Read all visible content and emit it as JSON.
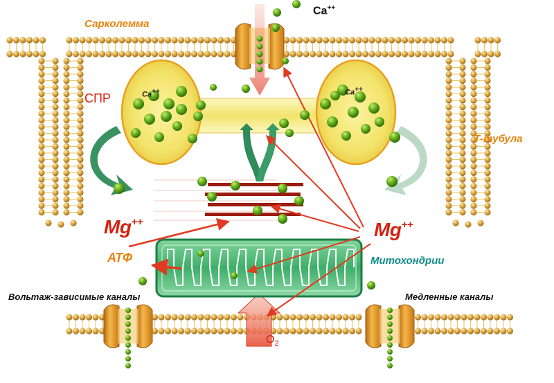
{
  "labels": {
    "sarcolemma": "Сарколемма",
    "ca_top": "Ca",
    "ca_top_sup": "++",
    "spr": "СПР",
    "ca_left": "Ca",
    "ca_left_sup": "++",
    "ca_right": "Ca",
    "ca_right_sup": "++",
    "t_tubule": "Т-тубула",
    "mg_left": "Mg",
    "mg_left_sup": "++",
    "mg_right": "Mg",
    "mg_right_sup": "++",
    "atp": "АТФ",
    "mitochondria": "Митохондрии",
    "voltage_channels": "Вольтаж-зависимые каналы",
    "slow_channels": "Медленные каналы",
    "o2": "O",
    "o2_sub": "2"
  },
  "colors": {
    "lipid_head": "#d9a441",
    "lipid_tail": "#e8c35a",
    "ca_ion": "#5aa618",
    "sr_fill": "#f3e36a",
    "sr_edge": "#e8a020",
    "mito_fill": "#3fae6a",
    "mito_edge": "#1d7c44",
    "myofilament": "#9c1c10",
    "arrow_red": "#e03a22",
    "arrow_green": "#2f8c5a",
    "channel": "#e89a20"
  }
}
